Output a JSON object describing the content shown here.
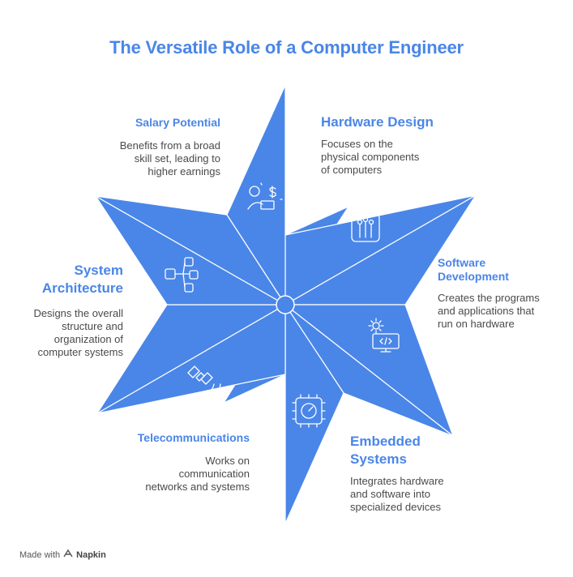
{
  "title": "The Versatile Role of a Computer Engineer",
  "colors": {
    "accent": "#4a86e8",
    "text": "#4a4a4a",
    "background": "#ffffff"
  },
  "sections": [
    {
      "id": "hardware",
      "heading": "Hardware Design",
      "description": [
        "Focuses on the",
        "physical components",
        "of computers"
      ],
      "icon": "chip-circuit-icon"
    },
    {
      "id": "software",
      "heading": [
        "Software",
        "Development"
      ],
      "description": [
        "Creates the programs",
        "and applications that",
        "run on hardware"
      ],
      "icon": "gear-monitor-code-icon"
    },
    {
      "id": "embedded",
      "heading": [
        "Embedded",
        "Systems"
      ],
      "description": [
        "Integrates hardware",
        "and software into",
        "specialized devices"
      ],
      "icon": "processor-gauge-icon"
    },
    {
      "id": "telecom",
      "heading": "Telecommunications",
      "description": [
        "Works on",
        "communication",
        "networks and systems"
      ],
      "icon": "satellite-icon"
    },
    {
      "id": "architecture",
      "heading": [
        "System",
        "Architecture"
      ],
      "description": [
        "Designs the overall",
        "structure and",
        "organization of",
        "computer systems"
      ],
      "icon": "network-nodes-icon"
    },
    {
      "id": "salary",
      "heading": "Salary Potential",
      "description": [
        "Benefits from a broad",
        "skill set, leading to",
        "higher earnings"
      ],
      "icon": "person-dollar-icon"
    }
  ],
  "footer": {
    "prefix": "Made with",
    "brand": "Napkin"
  }
}
